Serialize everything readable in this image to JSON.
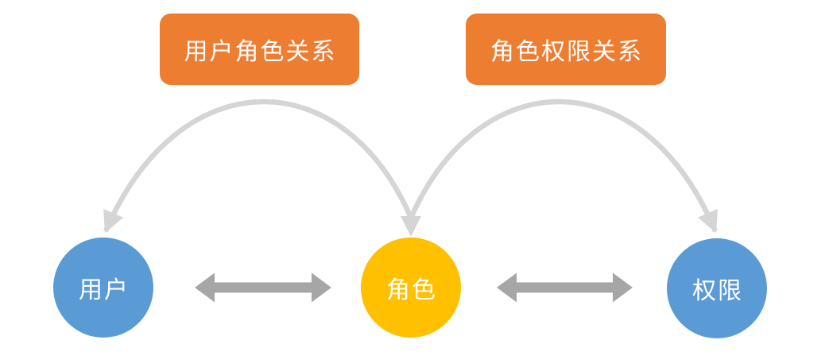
{
  "background": "#FFFFFF",
  "text_color": "#FFFFFF",
  "relationship_boxes": [
    {
      "label": "用户角色关系",
      "color": "#ED7D31"
    },
    {
      "label": "角色权限关系",
      "color": "#ED7D31"
    }
  ],
  "nodes": [
    {
      "label": "用户",
      "color": "#5B9BD5"
    },
    {
      "label": "角色",
      "color": "#FFC000"
    },
    {
      "label": "权限",
      "color": "#5B9BD5"
    }
  ],
  "connectors": {
    "arc_arrow_color": "#D5D5D5",
    "double_arrow_color": "#A6A6A6"
  }
}
